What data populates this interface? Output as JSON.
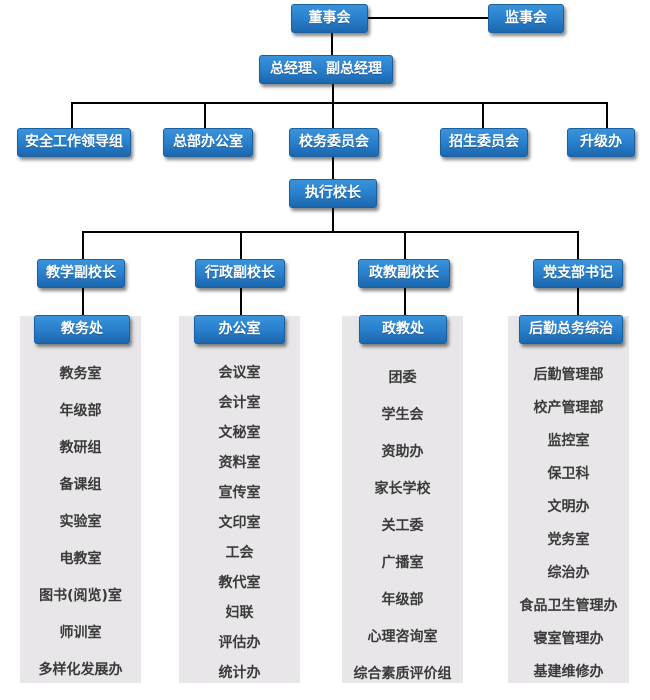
{
  "colors": {
    "box_blue": "#2a82cf",
    "panel_gray": "#e8e6e8",
    "connector": "#000000",
    "list_text": "#3a3a3a"
  },
  "level1": {
    "board": "董事会",
    "supervisory": "监事会"
  },
  "level2": {
    "general_manager": "总经理、副总经理"
  },
  "level3": [
    {
      "label": "安全工作领导组"
    },
    {
      "label": "总部办公室"
    },
    {
      "label": "校务委员会"
    },
    {
      "label": "招生委员会"
    },
    {
      "label": "升级办"
    }
  ],
  "level4": {
    "executive_principal": "执行校长"
  },
  "columns": [
    {
      "head": "教学副校长",
      "dept": "教务处",
      "items": [
        "教务室",
        "年级部",
        "教研组",
        "备课组",
        "实验室",
        "电教室",
        "图书(阅览)室",
        "师训室",
        "多样化发展办"
      ]
    },
    {
      "head": "行政副校长",
      "dept": "办公室",
      "items": [
        "会议室",
        "会计室",
        "文秘室",
        "资料室",
        "宣传室",
        "文印室",
        "工会",
        "教代室",
        "妇联",
        "评估办",
        "统计办"
      ]
    },
    {
      "head": "政教副校长",
      "dept": "政教处",
      "items": [
        "团委",
        "学生会",
        "资助办",
        "家长学校",
        "关工委",
        "广播室",
        "年级部",
        "心理咨询室",
        "综合素质评价组"
      ]
    },
    {
      "head": "党支部书记",
      "dept": "后勤总务综治",
      "items": [
        "后勤管理部",
        "校产管理部",
        "监控室",
        "保卫科",
        "文明办",
        "党务室",
        "综治办",
        "食品卫生管理办",
        "寝室管理办",
        "基建维修办"
      ]
    }
  ]
}
